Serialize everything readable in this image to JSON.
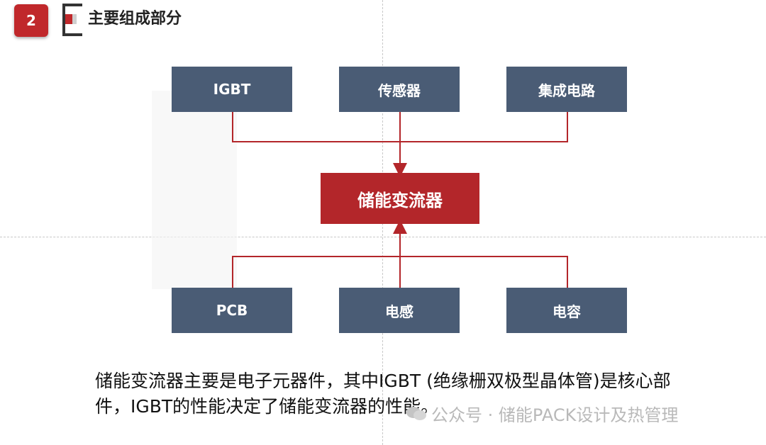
{
  "header": {
    "section_number": "2",
    "title": "主要组成部分"
  },
  "diagram": {
    "center": "储能变流器",
    "top_nodes": [
      "IGBT",
      "传感器",
      "集成电路"
    ],
    "bottom_nodes": [
      "PCB",
      "电感",
      "电容"
    ]
  },
  "description": "储能变流器主要是电子元器件，其中IGBT (绝缘栅双极型晶体管)是核心部件，IGBT的性能决定了储能变流器的性能。",
  "watermark": {
    "text": "公众号 · 储能PACK设计及热管理"
  },
  "colors": {
    "accent_red": "#c0282b",
    "node_blue": "#4a5c75",
    "connector_red": "#b3262a"
  }
}
